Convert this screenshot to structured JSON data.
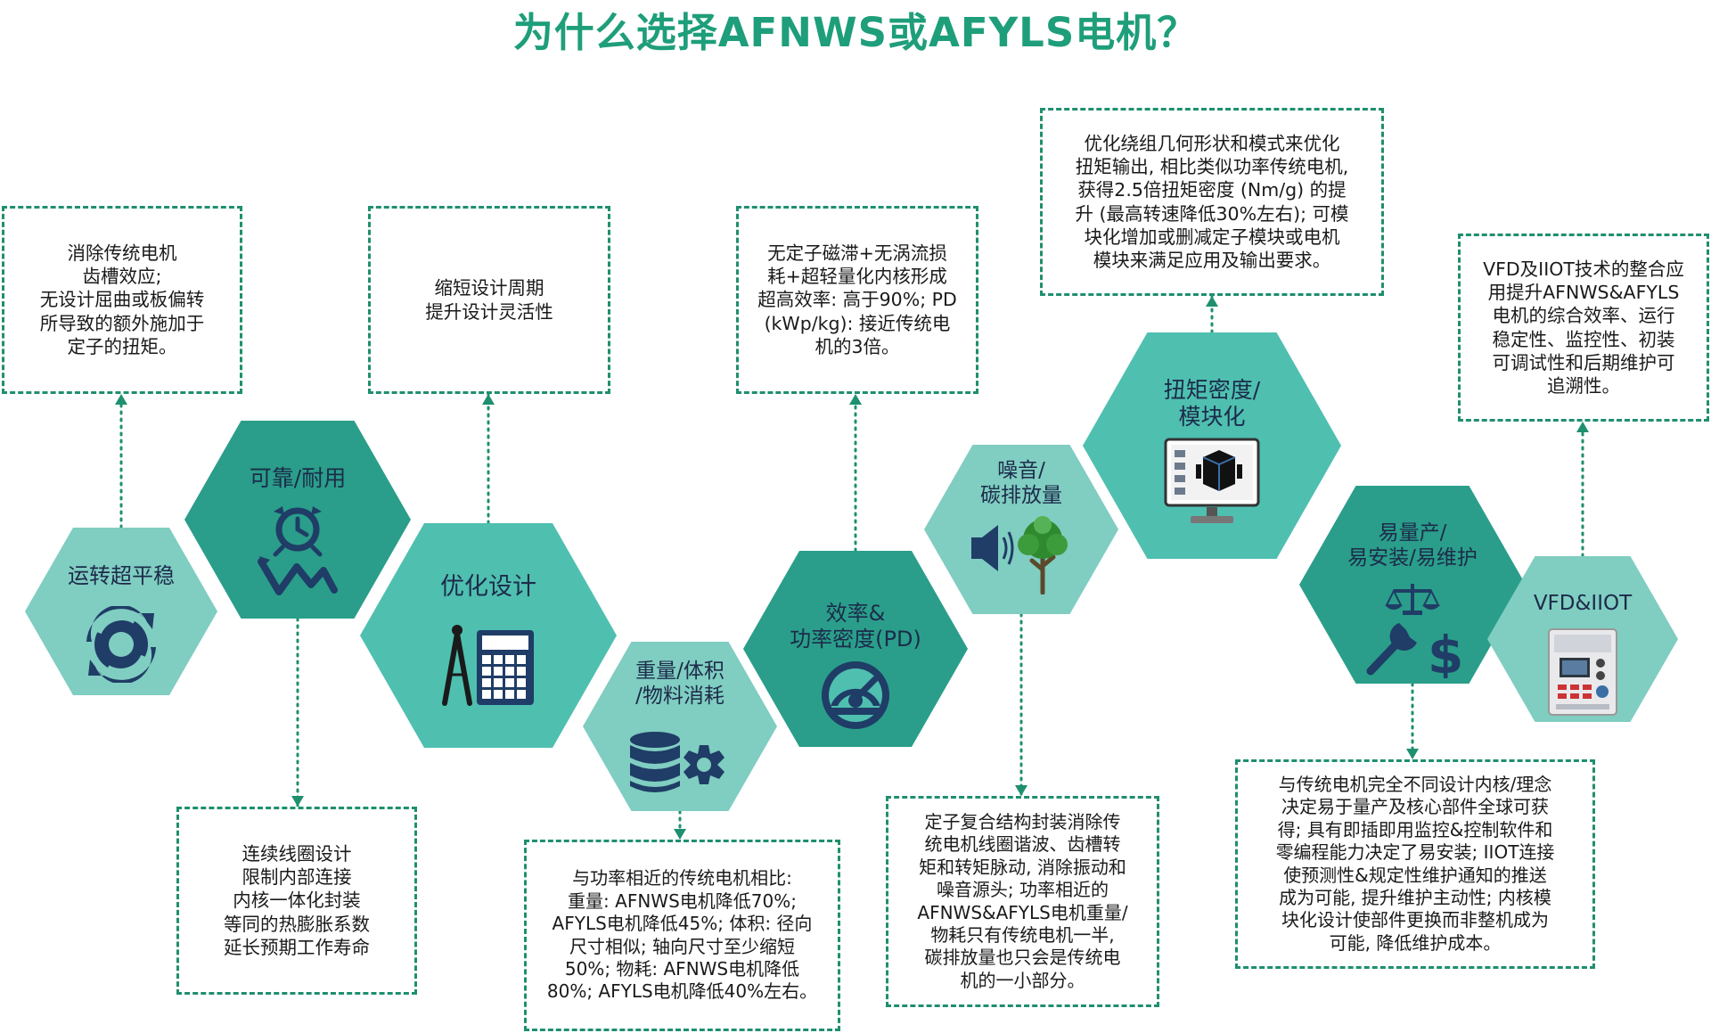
{
  "title": "为什么选择AFNWS或AFYLS电机？",
  "colors": {
    "hex_light": "#80cdc1",
    "hex_mid": "#4fbfb0",
    "hex_dark": "#2a9e8a",
    "border": "#1e8f6f",
    "icon": "#1f3d66",
    "title": "#1e9e7a"
  },
  "nodes": [
    {
      "label": "运转超平稳",
      "icon": "rotate-sync-icon",
      "detail": "消除传统电机\n齿槽效应;\n无设计屈曲或板偏转\n所导致的额外施加于\n定子的扭矩。"
    },
    {
      "label": "可靠/耐用",
      "icon": "alarm-clock-chart-icon",
      "detail": "连续线圈设计\n限制内部连接\n内核一体化封装\n等同的热膨胀系数\n延长预期工作寿命"
    },
    {
      "label": "优化设计",
      "icon": "compass-calculator-icon",
      "detail": "缩短设计周期\n提升设计灵活性"
    },
    {
      "label": "重量/体积\n/物料消耗",
      "icon": "database-gear-icon",
      "detail": "与功率相近的传统电机相比:\n重量: AFNWS电机降低70%;\nAFYLS电机降低45%; 体积: 径向\n尺寸相似; 轴向尺寸至少缩短\n50%; 物耗: AFNWS电机降低\n80%; AFYLS电机降低40%左右。"
    },
    {
      "label": "效率&\n功率密度(PD)",
      "icon": "speedometer-icon",
      "detail": "无定子磁滞+无涡流损\n耗+超轻量化内核形成\n超高效率: 高于90%; PD\n(kWp/kg): 接近传统电\n机的3倍。"
    },
    {
      "label": "噪音/\n碳排放量",
      "icon": "speaker-tree-icon",
      "detail": "定子复合结构封装消除传\n统电机线圈谐波、齿槽转\n矩和转矩脉动, 消除振动和\n噪音源头; 功率相近的\nAFNWS&AFYLS电机重量/\n物耗只有传统电机一半,\n碳排放量也只会是传统电\n机的一小部分。"
    },
    {
      "label": "扭矩密度/\n模块化",
      "icon": "monitor-cube-icon",
      "detail": "优化绕组几何形状和模式来优化\n扭矩输出, 相比类似功率传统电机,\n获得2.5倍扭矩密度 (Nm/g) 的提\n升 (最高转速降低30%左右); 可模\n块化增加或删减定子模块或电机\n模块来满足应用及输出要求。"
    },
    {
      "label": "易量产/\n易安装/易维护",
      "icon": "scale-wrench-dollar-icon",
      "detail": "与传统电机完全不同设计内核/理念\n决定易于量产及核心部件全球可获\n得; 具有即插即用监控&控制软件和\n零编程能力决定了易安装; IIOT连接\n使预测性&规定性维护通知的推送\n成为可能, 提升维护主动性; 内核模\n块化设计使部件更换而非整机成为\n可能, 降低维护成本。"
    },
    {
      "label": "VFD&IIOT",
      "icon": "control-panel-icon",
      "detail": "VFD及IIOT技术的整合应\n用提升AFNWS&AFYLS\n电机的综合效率、运行\n稳定性、监控性、初装\n可调试性和后期维护可\n追溯性。"
    }
  ]
}
